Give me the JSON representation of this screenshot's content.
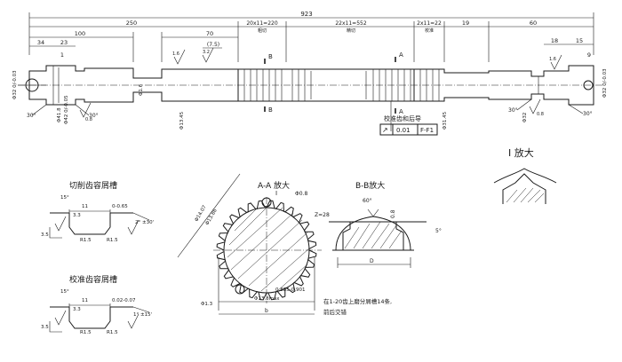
{
  "colors": {
    "ink": "#1a1a1a",
    "paper": "#ffffff"
  },
  "dims_top": {
    "overall": "923",
    "d250": "250",
    "d100": "100",
    "d34": "34",
    "d23": "23",
    "d1": "1",
    "d70": "70",
    "d7_5": "(7.5)",
    "d20x11": "20x11=220",
    "d22x11": "22x11=552",
    "d2x11": "2x11=22",
    "d19": "19",
    "d60": "60",
    "d18": "18",
    "d15": "15",
    "d9": "9"
  },
  "zone_labels": {
    "rough": "粗切",
    "finish": "精切",
    "calib": "校准"
  },
  "diameters": {
    "left_end": "Φ32 0/-0.03",
    "left_neck": "Φ41.8",
    "left_body": "Φ42 0/-0.05",
    "mid_body": "Φ13.45",
    "right_body": "Φ31.45",
    "right_neck": "Φ32",
    "right_end": "Φ32 0/-0.03",
    "bore": "Φ1.6"
  },
  "roughness_marks": {
    "r08": "0.8",
    "r16": "1.6",
    "r32": "3.2"
  },
  "angles": {
    "a30": "30°",
    "a15": "15°"
  },
  "section_markers": {
    "a": "A",
    "b": "B"
  },
  "tolerance": {
    "note": "校准齿和后导",
    "symbol": "↗",
    "value": "0.01",
    "datum": "F-F1"
  },
  "detail_I": {
    "title": "I 放大"
  },
  "section_AA": {
    "title": "A-A 放大",
    "label_I": "I",
    "r08": "Φ0.8",
    "z": "Z=28",
    "dim_outer": "Φ14.07",
    "dim_inner": "Φ13.86",
    "dim_tip": "Φ13.8max",
    "dim_mid": "0.885-0.901",
    "dim_13": "Φ1.3",
    "b": "b"
  },
  "section_BB": {
    "title": "B-B放大",
    "angle": "60°",
    "r": "0.8",
    "slope": "5°",
    "D": "D",
    "note_line1": "在1-20齿上磨分屑槽14条,",
    "note_line2": "前后交错"
  },
  "groove_cut": {
    "title": "切削齿容屑槽",
    "a15": "15°",
    "d11": "11",
    "d_range": "0-0.65",
    "ang": "2° ±30'",
    "h35": "3.5",
    "r15a": "R1.5",
    "r15b": "R1.5",
    "r33": "3.3"
  },
  "groove_calib": {
    "title": "校准齿容屑槽",
    "a15": "15°",
    "d11": "11",
    "d_range": "0.02-0.07",
    "ang": "1° ±15'",
    "h35": "3.5",
    "r15a": "R1.5",
    "r15b": "R1.5",
    "r33": "3.3"
  }
}
